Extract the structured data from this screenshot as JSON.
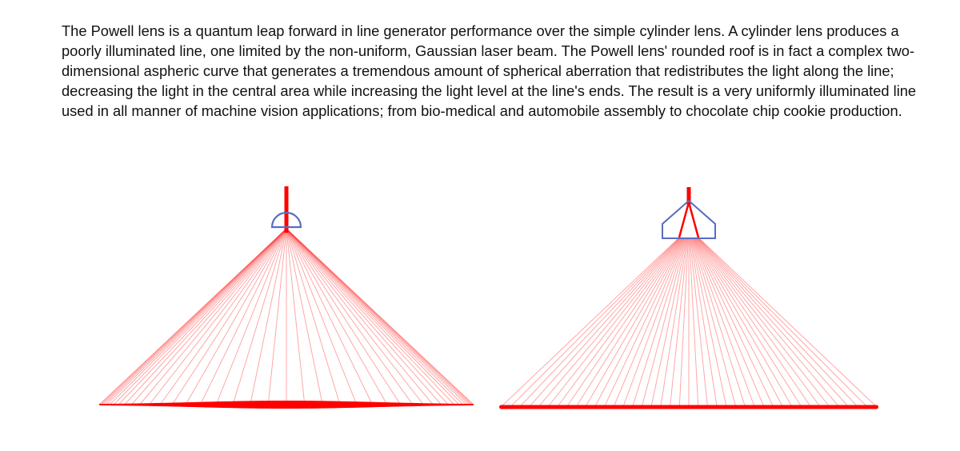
{
  "article": {
    "paragraph": "The Powell lens is a quantum leap forward in line generator performance over the simple cylinder lens. A cylinder lens produces a poorly illuminated line, one limited by the non-uniform, Gaussian laser beam. The Powell lens' rounded roof is in fact a complex two-dimensional aspheric curve that generates a tremendous amount of spherical aberration that redistributes the light along the line; decreasing the light in the central area while increasing the light level at the line's ends. The result is a very uniformly illuminated line used in all manner of machine vision applications; from bio-medical and automobile assembly to chocolate chip cookie production."
  },
  "diagrams": {
    "ray_color": "#ff3b3b",
    "beam_color": "#ff0000",
    "lens_outline_color": "#5b6cc0",
    "ray_count": 41,
    "cylinder": {
      "lens_shape": "semicircle",
      "fan_distribution": "gaussian",
      "output_line": "non-uniform"
    },
    "powell": {
      "lens_shape": "powell-prism",
      "fan_distribution": "uniform",
      "output_line": "uniform"
    }
  }
}
